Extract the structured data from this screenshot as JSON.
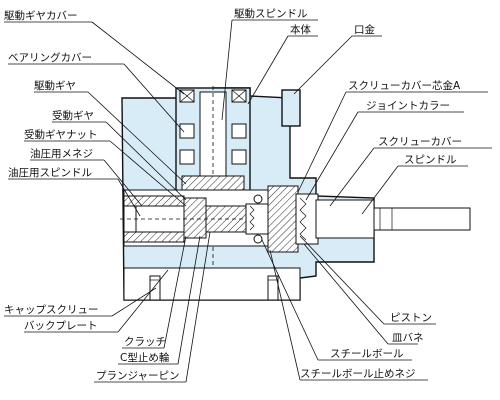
{
  "labels": {
    "drive_gear_cover": "駆動ギヤカバー",
    "drive_spindle": "駆動スピンドル",
    "body": "本体",
    "collet": "口金",
    "bearing_cover": "ベアリングカバー",
    "drive_gear": "駆動ギヤ",
    "screw_cover_core_a": "スクリューカバー芯金A",
    "joint_collar": "ジョイントカラー",
    "driven_gear": "受動ギヤ",
    "driven_gear_nut": "受動ギヤナット",
    "screw_cover": "スクリューカバー",
    "hydraulic_female_thread": "油圧用メネジ",
    "spindle": "スピンドル",
    "hydraulic_spindle": "油圧用スピンドル",
    "cap_screw": "キャップスクリュー",
    "back_plate": "バックプレート",
    "piston": "ピストン",
    "disc_spring": "皿バネ",
    "clutch": "クラッチ",
    "c_retaining_ring": "C型止め輪",
    "steel_ball": "スチールボール",
    "plunger_pin": "プランジャーピン",
    "steel_ball_set_screw": "スチールボール止めネジ"
  },
  "colors": {
    "body_fill": "#d8ecf7",
    "line": "#111111"
  }
}
